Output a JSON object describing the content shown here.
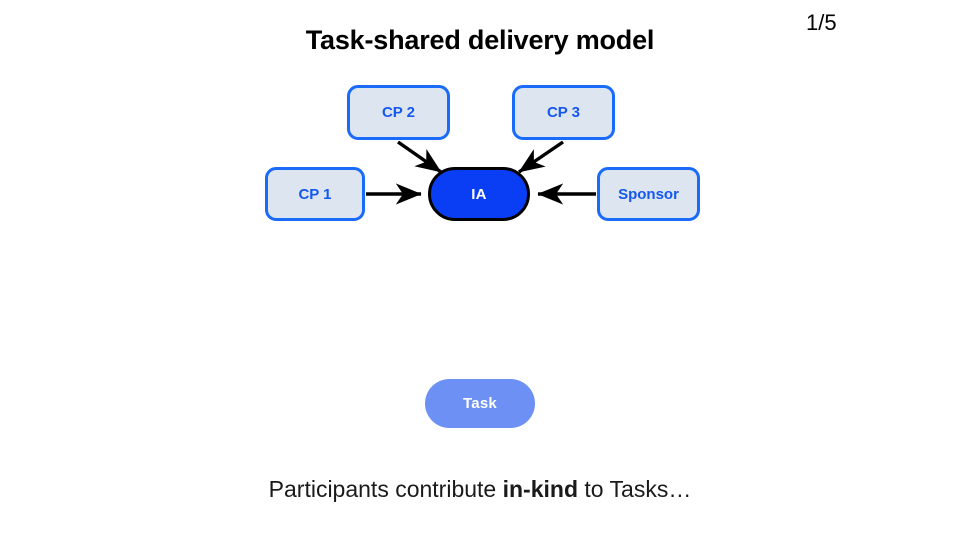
{
  "slide": {
    "title": "Task-shared delivery model",
    "page_indicator": "1/5",
    "background_color": "#ffffff"
  },
  "caption": {
    "prefix": "Participants contribute ",
    "emphasis": "in-kind",
    "suffix": " to Tasks…"
  },
  "diagram": {
    "type": "node-link",
    "nodes": [
      {
        "id": "cp1",
        "label": "CP 1",
        "shape": "rounded-rect",
        "fill": "#dde5f1",
        "border": "#1a6bfa",
        "text_color": "#1458f0"
      },
      {
        "id": "cp2",
        "label": "CP 2",
        "shape": "rounded-rect",
        "fill": "#dde5f1",
        "border": "#1a6bfa",
        "text_color": "#1458f0"
      },
      {
        "id": "cp3",
        "label": "CP 3",
        "shape": "rounded-rect",
        "fill": "#dde5f1",
        "border": "#1a6bfa",
        "text_color": "#1458f0"
      },
      {
        "id": "sponsor",
        "label": "Sponsor",
        "shape": "rounded-rect",
        "fill": "#dde5f1",
        "border": "#1a6bfa",
        "text_color": "#1458f0"
      },
      {
        "id": "ia",
        "label": "IA",
        "shape": "stadium",
        "fill": "#0a3ef5",
        "border": "#000000",
        "text_color": "#ffffff"
      },
      {
        "id": "task",
        "label": "Task",
        "shape": "stadium",
        "fill": "#6c90f3",
        "border": "none",
        "text_color": "#ffffff"
      }
    ],
    "edges": [
      {
        "from": "cp1",
        "to": "ia",
        "style": "solid-arrow",
        "color": "#000000"
      },
      {
        "from": "cp2",
        "to": "ia",
        "style": "solid-arrow",
        "color": "#000000"
      },
      {
        "from": "cp3",
        "to": "ia",
        "style": "solid-arrow",
        "color": "#000000"
      },
      {
        "from": "sponsor",
        "to": "ia",
        "style": "solid-arrow",
        "color": "#000000"
      }
    ]
  }
}
